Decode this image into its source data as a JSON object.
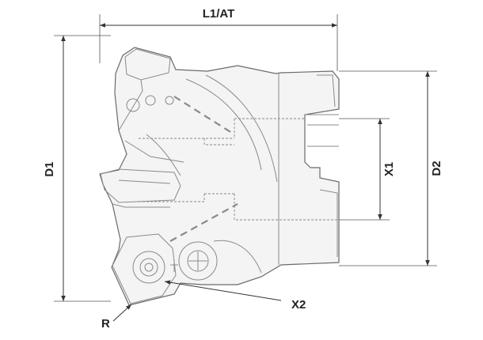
{
  "labels": {
    "l1_at": "L1/AT",
    "d1": "D1",
    "d2": "D2",
    "x1": "X1",
    "x2": "X2",
    "r": "R"
  },
  "colors": {
    "line": "#333333",
    "outline": "#6a6a6a",
    "fill": "#f4f4f4",
    "background": "#ffffff"
  }
}
